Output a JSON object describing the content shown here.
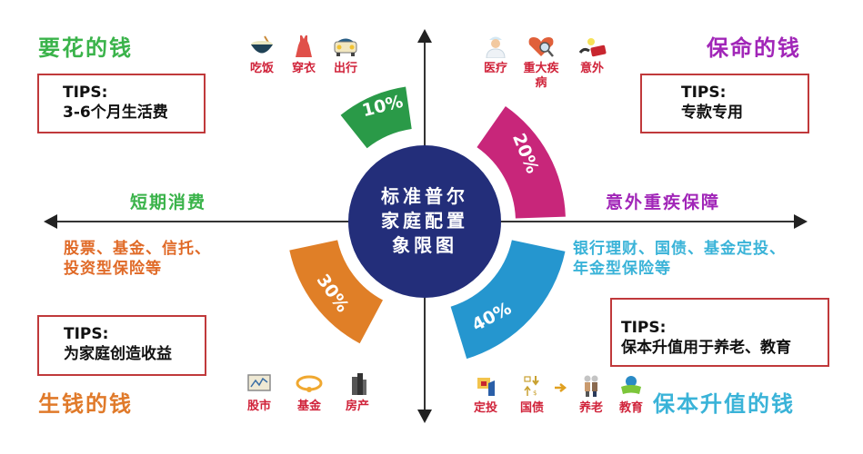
{
  "center": {
    "line1": "标准普尔",
    "line2": "家庭配置",
    "line3": "象限图",
    "color": "#232e7a"
  },
  "quadrants": {
    "top_left": {
      "title": "要花的钱",
      "title_color": "#3ab34a",
      "tips_label": "TIPS:",
      "tips_text": "3-6个月生活费",
      "percent": "10%",
      "segment_color": "#2a9a48",
      "axis_label": "短期消费",
      "axis_label_color": "#3ab34a",
      "icons": [
        {
          "name": "bowl-icon",
          "label": "吃饭"
        },
        {
          "name": "dress-icon",
          "label": "穿衣"
        },
        {
          "name": "car-icon",
          "label": "出行"
        }
      ]
    },
    "top_right": {
      "title": "保命的钱",
      "title_color": "#a126b8",
      "tips_label": "TIPS:",
      "tips_text": "专款专用",
      "percent": "20%",
      "segment_color": "#c8267a",
      "axis_label": "意外重疾保障",
      "axis_label_color": "#a126b8",
      "icons": [
        {
          "name": "doctor-icon",
          "label": "医疗"
        },
        {
          "name": "heart-magnifier-icon",
          "label": "重大疾病"
        },
        {
          "name": "accident-icon",
          "label": "意外"
        }
      ]
    },
    "bottom_left": {
      "title": "生钱的钱",
      "title_color": "#e07a2a",
      "tips_label": "TIPS:",
      "tips_text": "为家庭创造收益",
      "percent": "30%",
      "segment_color": "#e07f27",
      "description_line1": "股票、基金、信托、",
      "description_line2": "投资型保险等",
      "description_color": "#e06a27",
      "icons": [
        {
          "name": "stock-chart-icon",
          "label": "股市"
        },
        {
          "name": "fund-people-icon",
          "label": "基金"
        },
        {
          "name": "building-icon",
          "label": "房产"
        }
      ]
    },
    "bottom_right": {
      "title": "保本升值的钱",
      "title_color": "#3ab3d8",
      "tips_label": "TIPS:",
      "tips_text": "保本升值用于养老、教育",
      "percent": "40%",
      "segment_color": "#2596cf",
      "description_line1": "银行理财、国债、基金定投、",
      "description_line2": "年金型保险等",
      "description_color": "#3ab3d8",
      "icons": [
        {
          "name": "fixed-investment-icon",
          "label": "定投"
        },
        {
          "name": "treasury-bond-icon",
          "label": "国债"
        },
        {
          "name": "arrow-right-icon",
          "label": ""
        },
        {
          "name": "elderly-couple-icon",
          "label": "养老"
        },
        {
          "name": "education-icon",
          "label": "教育"
        }
      ]
    }
  },
  "colors": {
    "axis": "#333333",
    "tips_border": "#c0393b",
    "icon_label": "#d0233a"
  }
}
